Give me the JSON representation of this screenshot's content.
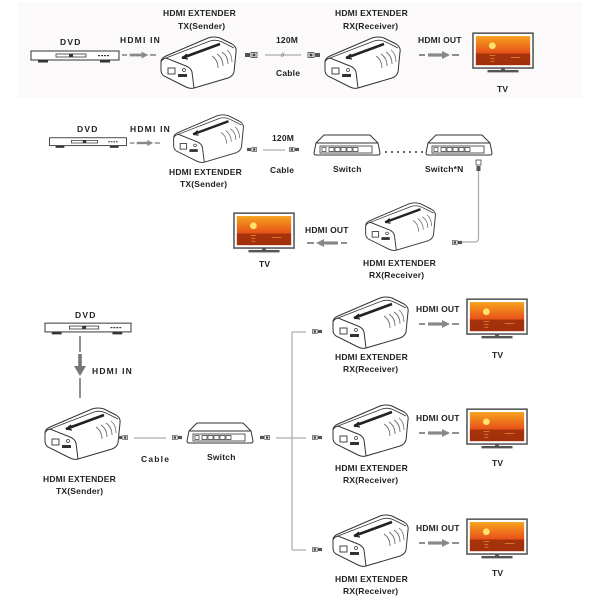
{
  "diagram": {
    "title": "HDMI Extender over IP connection diagrams",
    "colors": {
      "outline": "#333333",
      "cable": "#aaaaaa",
      "arrow": "#555555",
      "sky_top": "#f7a21b",
      "sky_bottom": "#e04a10",
      "sea": "#8a2a08"
    },
    "scenario1": {
      "dvd_label": "DVD",
      "hdmi_in_label": "HDMI IN",
      "tx_title": "HDMI EXTENDER",
      "tx_sub": "TX(Sender)",
      "cable_len": "120M",
      "cable_label": "Cable",
      "rx_title": "HDMI EXTENDER",
      "rx_sub": "RX(Receiver)",
      "hdmi_out_label": "HDMI OUT",
      "tv_label": "TV"
    },
    "scenario2": {
      "dvd_label": "DVD",
      "hdmi_in_label": "HDMI IN",
      "tx_title": "HDMI EXTENDER",
      "tx_sub": "TX(Sender)",
      "cable_len": "120M",
      "cable_label": "Cable",
      "switch_label": "Switch",
      "switch_n_label": "Switch*N",
      "rx_title": "HDMI EXTENDER",
      "rx_sub": "RX(Receiver)",
      "hdmi_out_label": "HDMI OUT",
      "tv_label": "TV"
    },
    "scenario3": {
      "dvd_label": "DVD",
      "hdmi_in_label": "HDMI IN",
      "tx_title": "HDMI EXTENDER",
      "tx_sub": "TX(Sender)",
      "cable_label": "Cable",
      "switch_label": "Switch",
      "receivers": [
        {
          "rx_title": "HDMI EXTENDER",
          "rx_sub": "RX(Receiver)",
          "hdmi_out_label": "HDMI OUT",
          "tv_label": "TV"
        },
        {
          "rx_title": "HDMI EXTENDER",
          "rx_sub": "RX(Receiver)",
          "hdmi_out_label": "HDMI OUT",
          "tv_label": "TV"
        },
        {
          "rx_title": "HDMI EXTENDER",
          "rx_sub": "RX(Receiver)",
          "hdmi_out_label": "HDMI OUT",
          "tv_label": "TV"
        }
      ]
    }
  }
}
